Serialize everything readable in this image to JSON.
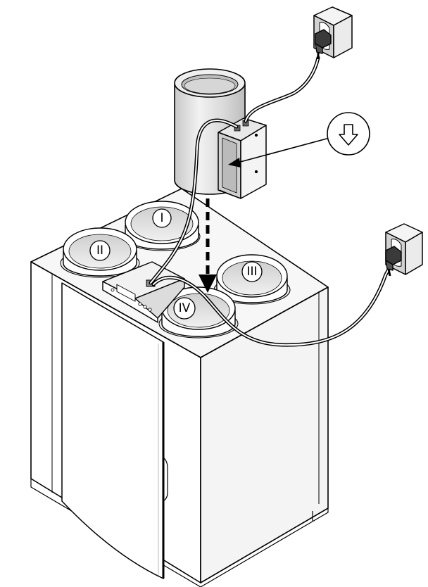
{
  "diagram": {
    "ports": {
      "port_1": "I",
      "port_2": "II",
      "port_3": "III",
      "port_4": "IV"
    },
    "direction_icon": "down-arrow-icon",
    "colors": {
      "line": "#000000",
      "fill": "#ffffff",
      "shade": "#e4e4e4",
      "dark_shade": "#b8b8b8"
    }
  }
}
